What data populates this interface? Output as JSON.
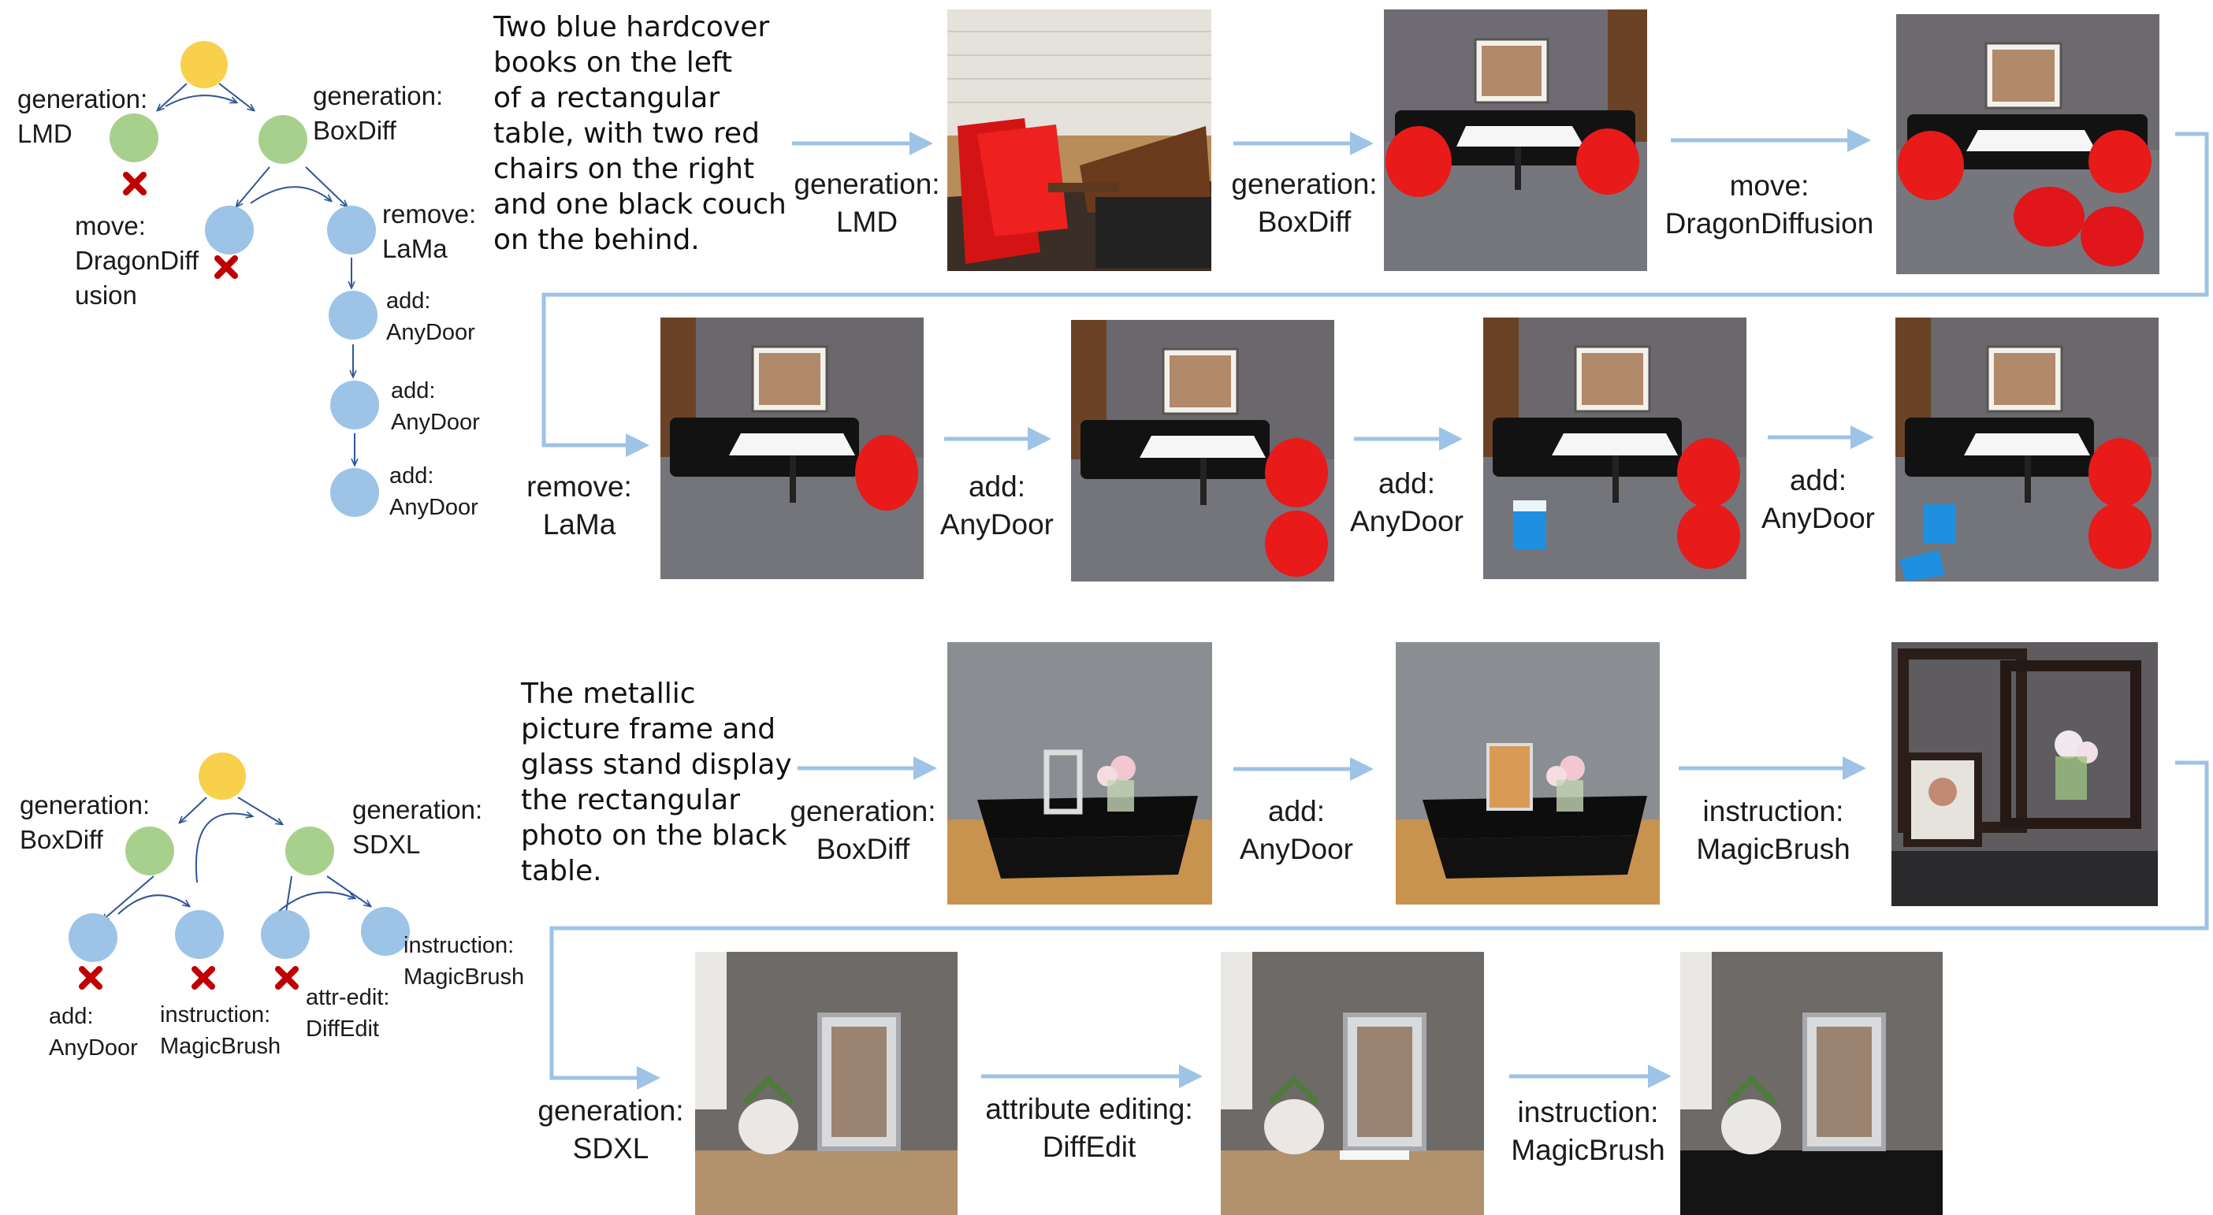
{
  "tree1": {
    "nodes": [
      {
        "id": "root",
        "color": "#f9d04b"
      },
      {
        "id": "lmd",
        "color": "#a8d08d",
        "label": [
          "generation:",
          "LMD"
        ],
        "failed": true
      },
      {
        "id": "boxdiff",
        "color": "#a8d08d",
        "label": [
          "generation:",
          "BoxDiff"
        ]
      },
      {
        "id": "move",
        "color": "#9dc3e6",
        "label": [
          "move:",
          "DragonDiff",
          "usion"
        ],
        "failed": true
      },
      {
        "id": "remove",
        "color": "#9dc3e6",
        "label": [
          "remove:",
          "LaMa"
        ]
      },
      {
        "id": "add1",
        "color": "#9dc3e6",
        "label": [
          "add:",
          "AnyDoor"
        ]
      },
      {
        "id": "add2",
        "color": "#9dc3e6",
        "label": [
          "add:",
          "AnyDoor"
        ]
      },
      {
        "id": "add3",
        "color": "#9dc3e6",
        "label": [
          "add:",
          "AnyDoor"
        ]
      }
    ]
  },
  "tree2": {
    "nodes": [
      {
        "id": "root",
        "color": "#f9d04b"
      },
      {
        "id": "boxdiff",
        "color": "#a8d08d",
        "label": [
          "generation:",
          "BoxDiff"
        ]
      },
      {
        "id": "sdxl",
        "color": "#a8d08d",
        "label": [
          "generation:",
          "SDXL"
        ]
      },
      {
        "id": "add",
        "color": "#9dc3e6",
        "label": [
          "add:",
          "AnyDoor"
        ],
        "failed": true
      },
      {
        "id": "instr1",
        "color": "#9dc3e6",
        "label": [
          "instruction:",
          "MagicBrush"
        ],
        "failed": true
      },
      {
        "id": "attr",
        "color": "#9dc3e6",
        "label": [
          "attr-edit:",
          "DiffEdit"
        ],
        "failed": true
      },
      {
        "id": "instr2",
        "color": "#9dc3e6",
        "label": [
          "instruction:",
          "MagicBrush"
        ]
      }
    ]
  },
  "row1": {
    "prompt": [
      "Two blue hardcover",
      "books on the left",
      "of a rectangular",
      "table, with two red",
      "chairs on the right",
      "and one black couch",
      "on the behind."
    ],
    "steps": [
      [
        "generation:",
        "LMD"
      ],
      [
        "generation:",
        "BoxDiff"
      ],
      [
        "move:",
        "DragonDiffusion"
      ],
      [
        "remove:",
        "LaMa"
      ],
      [
        "add:",
        "AnyDoor"
      ],
      [
        "add:",
        "AnyDoor"
      ],
      [
        "add:",
        "AnyDoor"
      ]
    ]
  },
  "row2": {
    "prompt": [
      "The metallic",
      "picture frame and",
      "glass stand display",
      "the rectangular",
      "photo on the black",
      "table."
    ],
    "steps": [
      [
        "generation:",
        "BoxDiff"
      ],
      [
        "add:",
        "AnyDoor"
      ],
      [
        "instruction:",
        "MagicBrush"
      ],
      [
        "generation:",
        "SDXL"
      ],
      [
        "attribute editing:",
        "DiffEdit"
      ],
      [
        "instruction:",
        "MagicBrush"
      ]
    ]
  },
  "colors": {
    "arrow": "#9dc3e6",
    "fail_mark": "#c00000",
    "tree_edge": "#2f5597"
  }
}
